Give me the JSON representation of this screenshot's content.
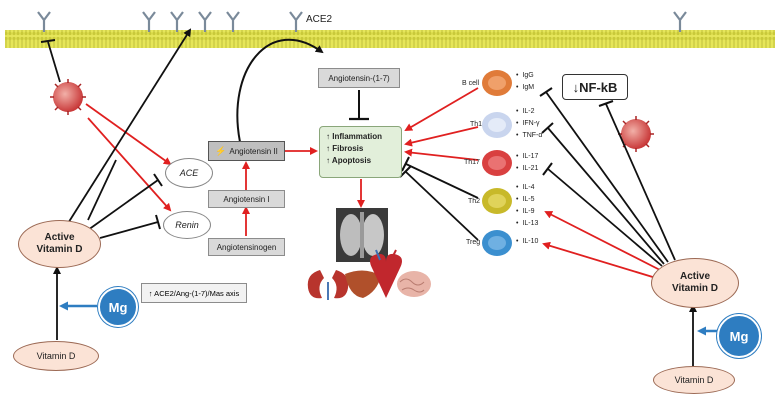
{
  "membrane": {
    "ace2_label": "ACE2"
  },
  "raas": {
    "angiotensin_1_7": "Angiotensin-(1-7)",
    "angiotensin_ii": "Angiotensin II",
    "angiotensin_i": "Angiotensin I",
    "angiotensinogen": "Angiotensinogen",
    "ace": "ACE",
    "renin": "Renin",
    "axis_note": "↑ ACE2/Ang-(1-7)/Mas axis"
  },
  "effects": [
    "↑ Inflammation",
    "↑ Fibrosis",
    "↑ Apoptosis"
  ],
  "left_vitd": {
    "active_line1": "Active",
    "active_line2": "Vitamin D",
    "mg": "Mg",
    "vitd": "Vitamin D"
  },
  "right_vitd": {
    "active_line1": "Active",
    "active_line2": "Vitamin D",
    "mg": "Mg",
    "vitd": "Vitamin D"
  },
  "nfkb": "↓NF-kB",
  "cells": [
    {
      "name": "B cell",
      "color": "#e07b39",
      "cytokines": [
        "IgG",
        "IgM"
      ]
    },
    {
      "name": "Th1",
      "color": "#c9d5ee",
      "cytokines": [
        "IL-2",
        "IFN-γ",
        "TNF-α"
      ]
    },
    {
      "name": "Th17",
      "color": "#d94040",
      "cytokines": [
        "IL-17",
        "IL-21"
      ]
    },
    {
      "name": "Th2",
      "color": "#c8b92a",
      "cytokines": [
        "IL-4",
        "IL-5",
        "IL-9",
        "IL-13"
      ]
    },
    {
      "name": "Treg",
      "color": "#3b8fcf",
      "cytokines": [
        "IL-10"
      ]
    }
  ],
  "colors": {
    "membrane": "#e6e65a",
    "arrow_red": "#e02020",
    "line_black": "#111111",
    "mg_blue": "#2e7dc1",
    "virus": "#c93a3a"
  },
  "icons": [
    "antibody-receptor-icon",
    "virus-icon",
    "lung-xray-icon",
    "kidney-icon",
    "liver-icon",
    "heart-icon",
    "brain-icon"
  ]
}
